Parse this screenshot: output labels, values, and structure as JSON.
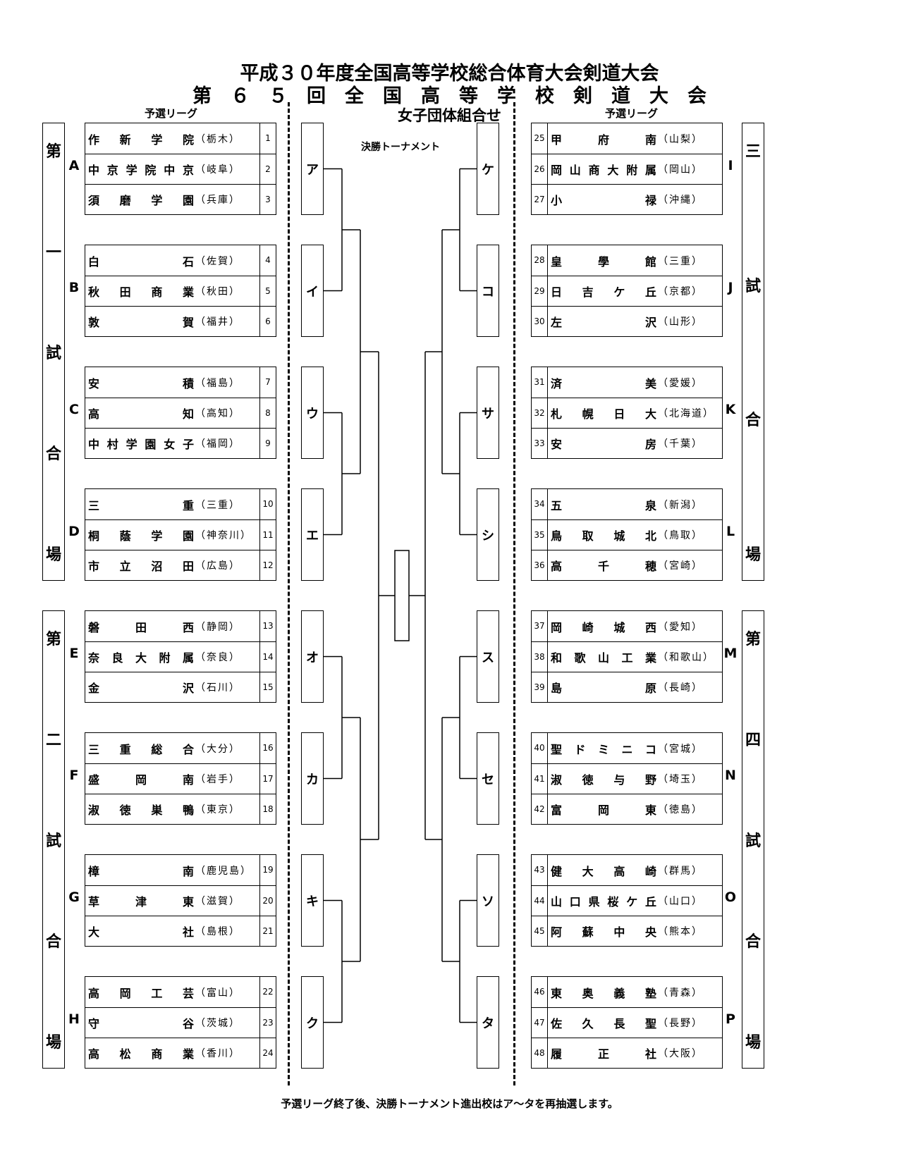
{
  "title_line1": "平成３０年度全国高等学校総合体育大会剣道大会",
  "title_line2": "第　６　５　回　全　国　高　等　学　校　剣　道　大　会",
  "subtitle": "女子団体組合せ",
  "left_section_label": "予選リーグ",
  "right_section_label": "予選リーグ",
  "tournament_label": "決勝トーナメント",
  "footnote": "予選リーグ終了後、決勝トーナメント進出校はア～タを再抽選します。",
  "venues": [
    {
      "chars": [
        "第",
        "一",
        "試",
        "合",
        "場"
      ]
    },
    {
      "chars": [
        "第",
        "二",
        "試",
        "合",
        "場"
      ]
    },
    {
      "chars": [
        "三",
        "試",
        "合",
        "場"
      ]
    },
    {
      "chars": [
        "第",
        "四",
        "試",
        "合",
        "場"
      ]
    }
  ],
  "groups_left": [
    {
      "label": "A",
      "teams": [
        {
          "name": "作新学院",
          "pref": "（栃木）",
          "num": "1"
        },
        {
          "name": "中京学院中京",
          "pref": "（岐阜）",
          "num": "2"
        },
        {
          "name": "須磨学園",
          "pref": "（兵庫）",
          "num": "3"
        }
      ]
    },
    {
      "label": "B",
      "teams": [
        {
          "name": "白石",
          "pref": "（佐賀）",
          "num": "4"
        },
        {
          "name": "秋田商業",
          "pref": "（秋田）",
          "num": "5"
        },
        {
          "name": "敦賀",
          "pref": "（福井）",
          "num": "6"
        }
      ]
    },
    {
      "label": "C",
      "teams": [
        {
          "name": "安積",
          "pref": "（福島）",
          "num": "7"
        },
        {
          "name": "高知",
          "pref": "（高知）",
          "num": "8"
        },
        {
          "name": "中村学園女子",
          "pref": "（福岡）",
          "num": "9"
        }
      ]
    },
    {
      "label": "D",
      "teams": [
        {
          "name": "三重",
          "pref": "（三重）",
          "num": "10"
        },
        {
          "name": "桐蔭学園",
          "pref": "（神奈川）",
          "num": "11"
        },
        {
          "name": "市立沼田",
          "pref": "（広島）",
          "num": "12"
        }
      ]
    },
    {
      "label": "E",
      "teams": [
        {
          "name": "磐田西",
          "pref": "（静岡）",
          "num": "13"
        },
        {
          "name": "奈良大附属",
          "pref": "（奈良）",
          "num": "14"
        },
        {
          "name": "金沢",
          "pref": "（石川）",
          "num": "15"
        }
      ]
    },
    {
      "label": "F",
      "teams": [
        {
          "name": "三重総合",
          "pref": "（大分）",
          "num": "16"
        },
        {
          "name": "盛岡南",
          "pref": "（岩手）",
          "num": "17"
        },
        {
          "name": "淑徳巣鴨",
          "pref": "（東京）",
          "num": "18"
        }
      ]
    },
    {
      "label": "G",
      "teams": [
        {
          "name": "樟南",
          "pref": "（鹿児島）",
          "num": "19"
        },
        {
          "name": "草津東",
          "pref": "（滋賀）",
          "num": "20"
        },
        {
          "name": "大社",
          "pref": "（島根）",
          "num": "21"
        }
      ]
    },
    {
      "label": "H",
      "teams": [
        {
          "name": "高岡工芸",
          "pref": "（富山）",
          "num": "22"
        },
        {
          "name": "守谷",
          "pref": "（茨城）",
          "num": "23"
        },
        {
          "name": "高松商業",
          "pref": "（香川）",
          "num": "24"
        }
      ]
    }
  ],
  "groups_right": [
    {
      "label": "I",
      "teams": [
        {
          "name": "甲府南",
          "pref": "（山梨）",
          "num": "25"
        },
        {
          "name": "岡山商大附属",
          "pref": "（岡山）",
          "num": "26"
        },
        {
          "name": "小禄",
          "pref": "（沖縄）",
          "num": "27"
        }
      ]
    },
    {
      "label": "J",
      "teams": [
        {
          "name": "皇學館",
          "pref": "（三重）",
          "num": "28"
        },
        {
          "name": "日吉ケ丘",
          "pref": "（京都）",
          "num": "29"
        },
        {
          "name": "左沢",
          "pref": "（山形）",
          "num": "30"
        }
      ]
    },
    {
      "label": "K",
      "teams": [
        {
          "name": "済美",
          "pref": "（愛媛）",
          "num": "31"
        },
        {
          "name": "札幌日大",
          "pref": "（北海道）",
          "num": "32"
        },
        {
          "name": "安房",
          "pref": "（千葉）",
          "num": "33"
        }
      ]
    },
    {
      "label": "L",
      "teams": [
        {
          "name": "五泉",
          "pref": "（新潟）",
          "num": "34"
        },
        {
          "name": "鳥取城北",
          "pref": "（鳥取）",
          "num": "35"
        },
        {
          "name": "高千穂",
          "pref": "（宮崎）",
          "num": "36"
        }
      ]
    },
    {
      "label": "M",
      "teams": [
        {
          "name": "岡崎城西",
          "pref": "（愛知）",
          "num": "37"
        },
        {
          "name": "和歌山工業",
          "pref": "（和歌山）",
          "num": "38"
        },
        {
          "name": "島原",
          "pref": "（長崎）",
          "num": "39"
        }
      ]
    },
    {
      "label": "N",
      "teams": [
        {
          "name": "聖ドミニコ",
          "pref": "（宮城）",
          "num": "40"
        },
        {
          "name": "淑徳与野",
          "pref": "（埼玉）",
          "num": "41"
        },
        {
          "name": "富岡東",
          "pref": "（徳島）",
          "num": "42"
        }
      ]
    },
    {
      "label": "O",
      "teams": [
        {
          "name": "健大高崎",
          "pref": "（群馬）",
          "num": "43"
        },
        {
          "name": "山口県桜ケ丘",
          "pref": "（山口）",
          "num": "44"
        },
        {
          "name": "阿蘇中央",
          "pref": "（熊本）",
          "num": "45"
        }
      ]
    },
    {
      "label": "P",
      "teams": [
        {
          "name": "東奥義塾",
          "pref": "（青森）",
          "num": "46"
        },
        {
          "name": "佐久長聖",
          "pref": "（長野）",
          "num": "47"
        },
        {
          "name": "履正社",
          "pref": "（大阪）",
          "num": "48"
        }
      ]
    }
  ],
  "slots_left": [
    "ア",
    "イ",
    "ウ",
    "エ",
    "オ",
    "カ",
    "キ",
    "ク"
  ],
  "slots_right": [
    "ケ",
    "コ",
    "サ",
    "シ",
    "ス",
    "セ",
    "ソ",
    "タ"
  ]
}
